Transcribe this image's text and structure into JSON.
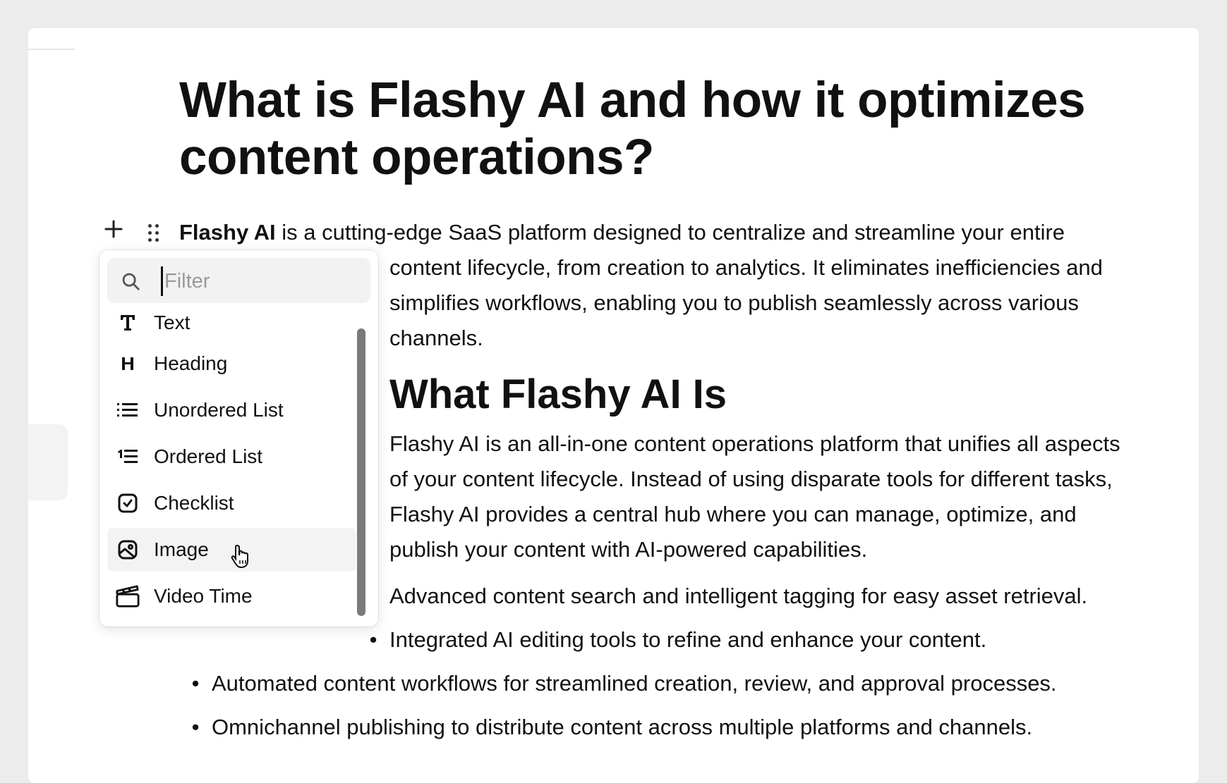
{
  "document": {
    "title": "What is Flashy AI and how it optimizes content operations?",
    "intro_bold": "Flashy AI",
    "intro_rest": " is a cutting-edge SaaS platform designed to centralize and streamline your entire content lifecycle, from creation to analytics. It eliminates inefficiencies and simplifies workflows, enabling you to publish seamlessly across various channels.",
    "section_heading": "What Flashy AI Is",
    "section_paragraph": "Flashy AI is an all-in-one content operations platform that unifies all aspects of your content lifecycle. Instead of using disparate tools for different tasks, Flashy AI provides a central hub where you can manage, optimize, and publish your content with AI-powered capabilities.",
    "bullets": [
      "Advanced content search and intelligent tagging for easy asset retrieval.",
      "Integrated AI editing tools to refine and enhance your content.",
      "Automated content workflows for streamlined creation, review, and approval processes.",
      "Omnichannel publishing to distribute content across multiple platforms and channels."
    ]
  },
  "block_menu": {
    "filter_placeholder": "Filter",
    "filter_value": "",
    "items": [
      {
        "label": "Text",
        "icon": "text-icon"
      },
      {
        "label": "Heading",
        "icon": "heading-icon"
      },
      {
        "label": "Unordered List",
        "icon": "unordered-list-icon"
      },
      {
        "label": "Ordered List",
        "icon": "ordered-list-icon"
      },
      {
        "label": "Checklist",
        "icon": "checklist-icon"
      },
      {
        "label": "Image",
        "icon": "image-icon"
      },
      {
        "label": "Video Time",
        "icon": "video-icon"
      }
    ],
    "hovered_item": "Image"
  }
}
